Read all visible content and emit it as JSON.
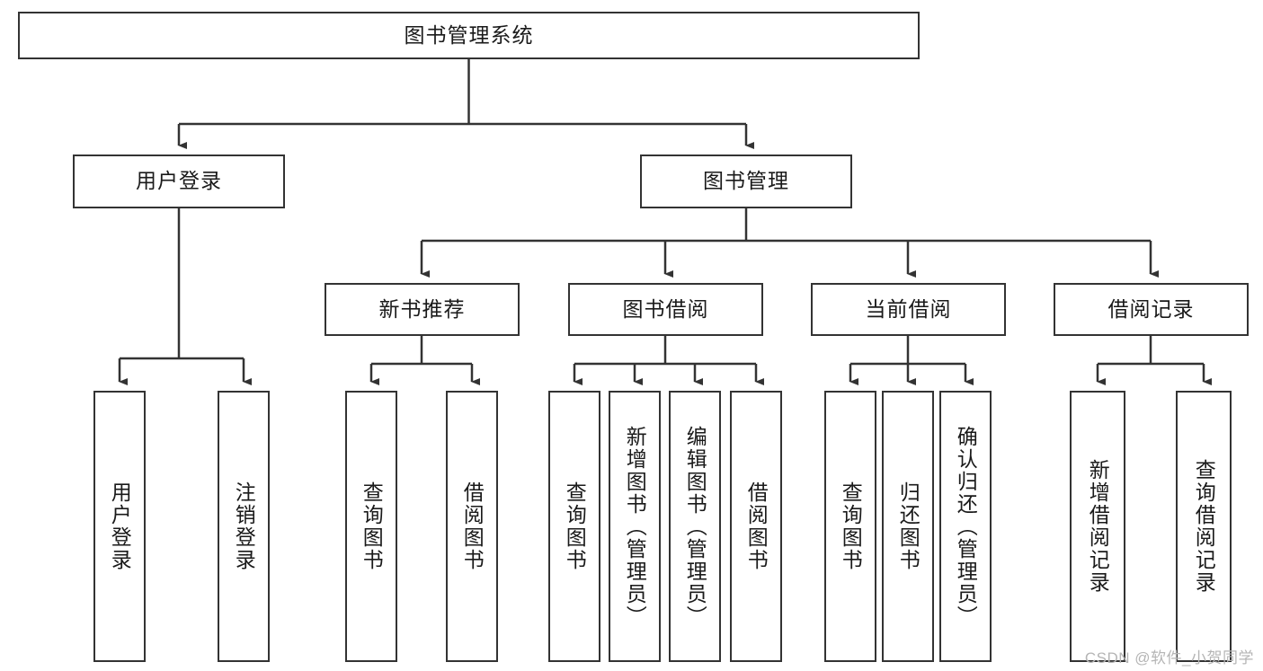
{
  "diagram": {
    "title": "图书管理系统",
    "type": "hierarchy-tree",
    "watermark": "CSDN @软件_小贺同学",
    "colors": {
      "border": "#333333",
      "text": "#1a1a1a",
      "background": "#ffffff",
      "watermark": "#b5b5b5"
    },
    "levels": {
      "root": {
        "label": "图书管理系统"
      },
      "level2": [
        {
          "label": "用户登录"
        },
        {
          "label": "图书管理"
        }
      ],
      "level3": [
        {
          "label": "新书推荐"
        },
        {
          "label": "图书借阅"
        },
        {
          "label": "当前借阅"
        },
        {
          "label": "借阅记录"
        }
      ],
      "level4": {
        "user_login": [
          {
            "label": "用户登录"
          },
          {
            "label": "注销登录"
          }
        ],
        "new_book_recommend": [
          {
            "label": "查询图书"
          },
          {
            "label": "借阅图书"
          }
        ],
        "book_borrow": [
          {
            "label": "查询图书"
          },
          {
            "label": "新增图书（管理员）"
          },
          {
            "label": "编辑图书（管理员）"
          },
          {
            "label": "借阅图书"
          }
        ],
        "current_borrow": [
          {
            "label": "查询图书"
          },
          {
            "label": "归还图书"
          },
          {
            "label": "确认归还（管理员）"
          }
        ],
        "borrow_record": [
          {
            "label": "新增借阅记录"
          },
          {
            "label": "查询借阅记录"
          }
        ]
      }
    }
  }
}
